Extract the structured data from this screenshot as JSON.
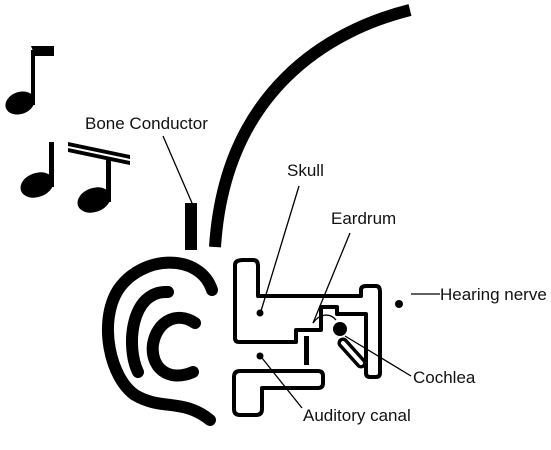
{
  "labels": {
    "bone_conductor": "Bone Conductor",
    "skull": "Skull",
    "eardrum": "Eardrum",
    "hearing_nerve": "Hearing nerve",
    "cochlea": "Cochlea",
    "auditory_canal": "Auditory canal"
  },
  "colors": {
    "ink": "#000000",
    "background": "#ffffff"
  },
  "icons": [
    "eighth-note-icon",
    "beamed-notes-icon"
  ]
}
